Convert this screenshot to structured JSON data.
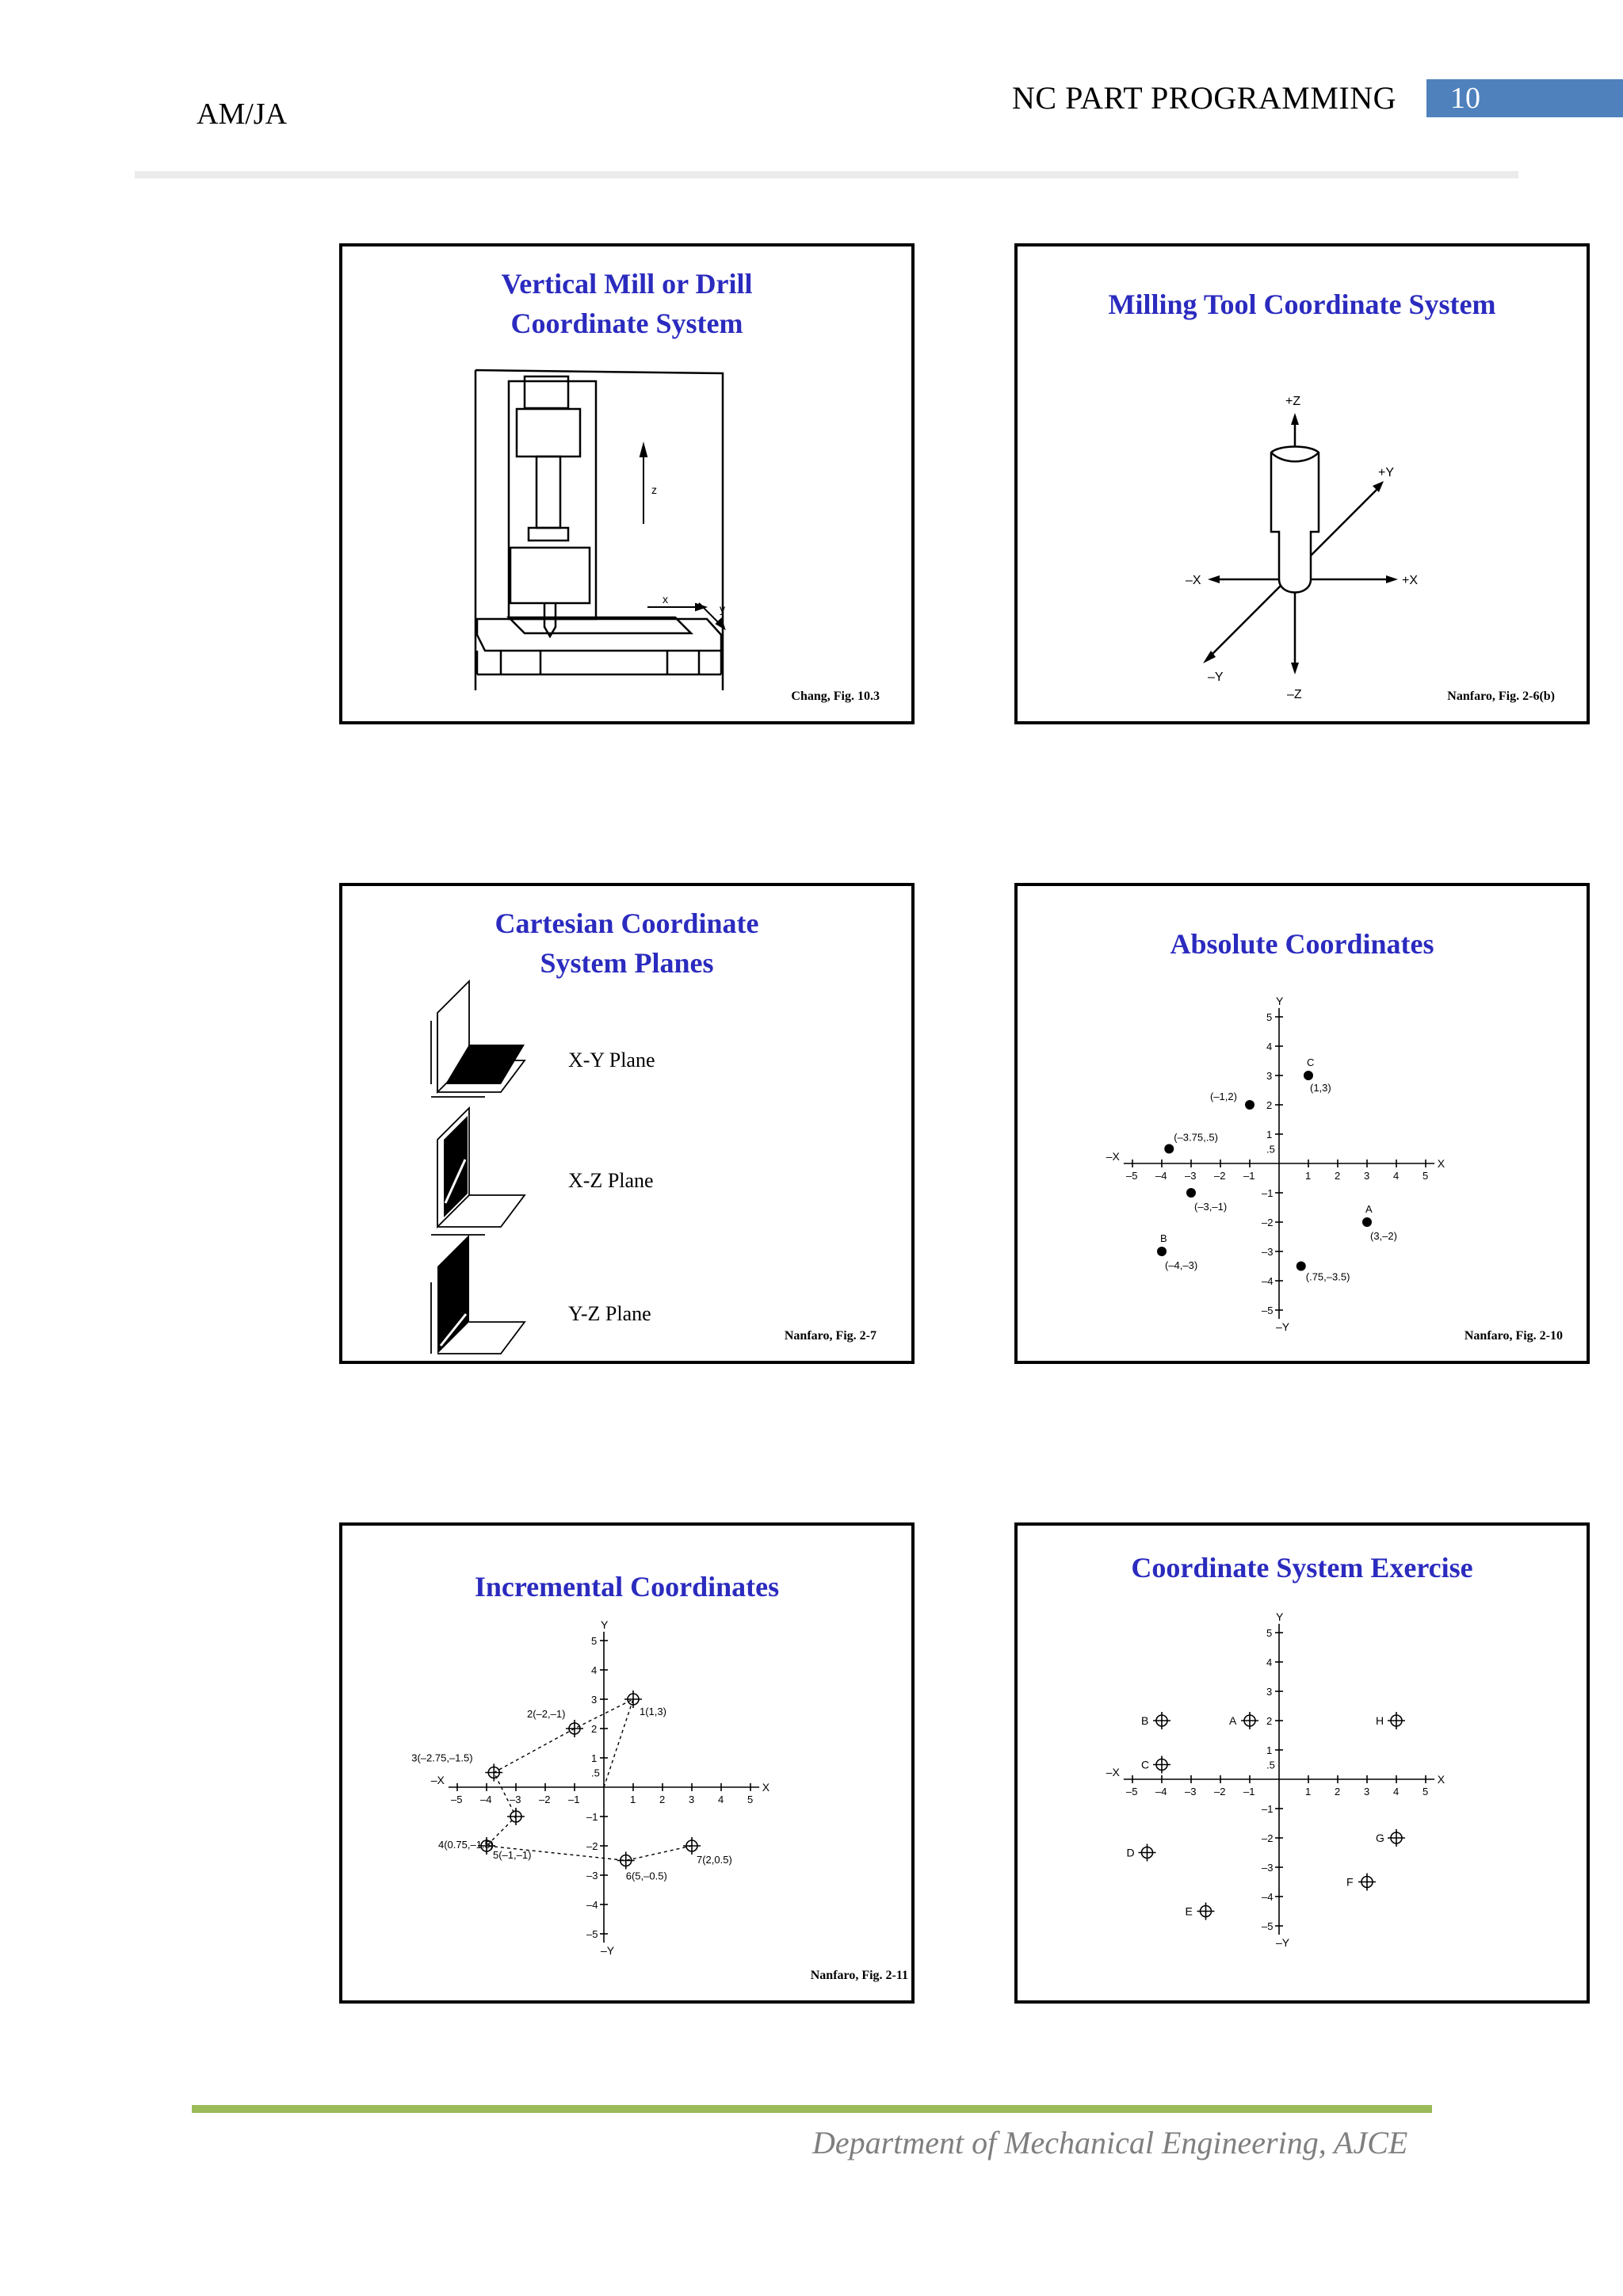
{
  "header": {
    "left": "AM/JA",
    "title": "NC PART PROGRAMMING",
    "page_number": "10"
  },
  "slides": {
    "s1": {
      "title_line1": "Vertical Mill or Drill",
      "title_line2": "Coordinate System",
      "caption": "Chang, Fig. 10.3",
      "labels": {
        "z": "z",
        "x": "x",
        "y": "y"
      }
    },
    "s2": {
      "title": "Milling Tool Coordinate System",
      "caption": "Nanfaro, Fig. 2-6(b)",
      "axes": {
        "pz": "+Z",
        "nz": "–Z",
        "px": "+X",
        "nx": "–X",
        "py": "+Y",
        "ny": "–Y"
      }
    },
    "s3": {
      "title_line1": "Cartesian Coordinate",
      "title_line2": "System Planes",
      "planes": [
        "X-Y Plane",
        "X-Z Plane",
        "Y-Z Plane"
      ],
      "caption": "Nanfaro, Fig. 2-7"
    },
    "s4": {
      "title": "Absolute Coordinates",
      "caption": "Nanfaro, Fig. 2-10",
      "axis_labels": {
        "y": "Y",
        "ny": "–Y",
        "x": "X",
        "nx": "–X"
      },
      "points": [
        {
          "label": "C",
          "coord": "(1,3)"
        },
        {
          "label": "",
          "coord": "(–1,2)"
        },
        {
          "label": "",
          "coord": "(–3.75,.5)"
        },
        {
          "label": "",
          "coord": "(–3,–1)"
        },
        {
          "label": "A",
          "coord": "(3,–2)"
        },
        {
          "label": "B",
          "coord": "(–4,–3)"
        },
        {
          "label": "",
          "coord": "(.75,–3.5)"
        }
      ]
    },
    "s5": {
      "title": "Incremental Coordinates",
      "caption": "Nanfaro, Fig. 2-11",
      "axis_labels": {
        "y": "Y",
        "ny": "–Y",
        "x": "X",
        "nx": "–X"
      },
      "points": [
        {
          "label": "1(1,3)"
        },
        {
          "label": "2(–2,–1)"
        },
        {
          "label": "3(–2.75,–1.5)"
        },
        {
          "label": "4(0.75,–1.5)"
        },
        {
          "label": "5(–1,–1)"
        },
        {
          "label": "6(5,–0.5)"
        },
        {
          "label": "7(2,0.5)"
        }
      ]
    },
    "s6": {
      "title": "Coordinate System Exercise",
      "axis_labels": {
        "y": "Y",
        "ny": "–Y",
        "x": "X",
        "nx": "–X"
      },
      "points": [
        {
          "label": "B"
        },
        {
          "label": "A"
        },
        {
          "label": "H"
        },
        {
          "label": "C"
        },
        {
          "label": "G"
        },
        {
          "label": "D"
        },
        {
          "label": "F"
        },
        {
          "label": "E"
        }
      ]
    },
    "tick_labels": {
      "x_pos": [
        "1",
        "2",
        "3",
        "4",
        "5"
      ],
      "x_neg": [
        "–5",
        "–4",
        "–3",
        "–2",
        "–1"
      ],
      "y_pos": [
        "5",
        "4",
        "3",
        "2",
        "1",
        ".5"
      ],
      "y_neg": [
        "–1",
        "–2",
        "–3",
        "–4",
        "–5"
      ]
    }
  },
  "footer": {
    "text": "Department of Mechanical Engineering, AJCE"
  },
  "colors": {
    "slide_title": "#2b2bbf",
    "page_box": "#4f81bd",
    "footer_rule": "#9bbb59",
    "footer_text": "#7f7f7f"
  }
}
